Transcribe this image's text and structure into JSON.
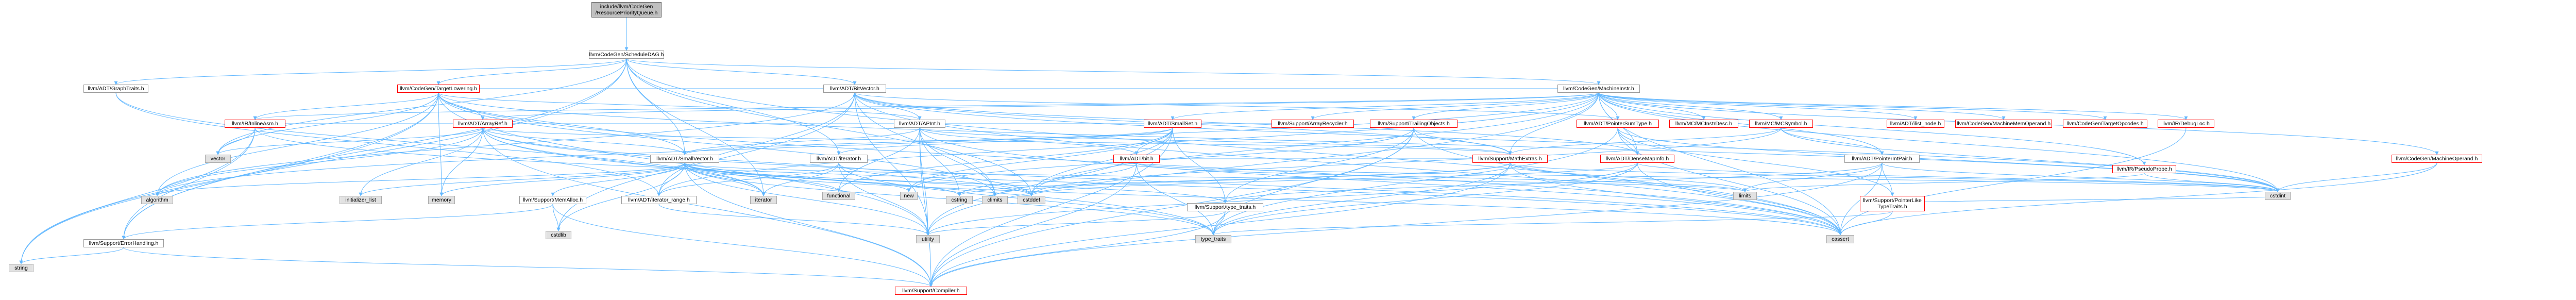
{
  "colors": {
    "edge": "#63b8ff",
    "red_border": "#ff0000",
    "grey_fill": "#e2e2e2",
    "root_fill": "#bfbfbf"
  },
  "nodes": {
    "root": {
      "label": "include/llvm/CodeGen\n/ResourcePriorityQueue.h",
      "style": "root"
    },
    "sched_dag": {
      "label": "llvm/CodeGen/ScheduleDAG.h",
      "style": "plain"
    },
    "graph_traits": {
      "label": "llvm/ADT/GraphTraits.h",
      "style": "plain"
    },
    "target_low": {
      "label": "llvm/CodeGen/TargetLowering.h",
      "style": "red"
    },
    "bitvector": {
      "label": "llvm/ADT/BitVector.h",
      "style": "plain"
    },
    "machine_inst": {
      "label": "llvm/CodeGen/MachineInstr.h",
      "style": "plain"
    },
    "inline_asm": {
      "label": "llvm/IR/InlineAsm.h",
      "style": "red"
    },
    "array_ref": {
      "label": "llvm/ADT/ArrayRef.h",
      "style": "red"
    },
    "ap_int": {
      "label": "llvm/ADT/APInt.h",
      "style": "plain"
    },
    "small_set": {
      "label": "llvm/ADT/SmallSet.h",
      "style": "red"
    },
    "array_recyc": {
      "label": "llvm/Support/ArrayRecycler.h",
      "style": "red"
    },
    "trailing": {
      "label": "llvm/Support/TrailingObjects.h",
      "style": "red"
    },
    "ptr_sum": {
      "label": "llvm/ADT/PointerSumType.h",
      "style": "red"
    },
    "mc_instdesc": {
      "label": "llvm/MC/MCInstrDesc.h",
      "style": "red"
    },
    "mc_symbol": {
      "label": "llvm/MC/MCSymbol.h",
      "style": "red"
    },
    "ilist_node": {
      "label": "llvm/ADT/ilist_node.h",
      "style": "red"
    },
    "mach_memop": {
      "label": "llvm/CodeGen/MachineMemOperand.h",
      "style": "red"
    },
    "target_opc": {
      "label": "llvm/CodeGen/TargetOpcodes.h",
      "style": "red"
    },
    "debug_loc": {
      "label": "llvm/IR/DebugLoc.h",
      "style": "red"
    },
    "mach_operand": {
      "label": "llvm/CodeGen/MachineOperand.h",
      "style": "red"
    },
    "vector": {
      "label": "vector",
      "style": "grey"
    },
    "small_vector": {
      "label": "llvm/ADT/SmallVector.h",
      "style": "plain"
    },
    "iterator": {
      "label": "llvm/ADT/iterator.h",
      "style": "plain"
    },
    "adt_bit": {
      "label": "llvm/ADT/bit.h",
      "style": "red"
    },
    "math_extras": {
      "label": "llvm/Support/MathExtras.h",
      "style": "red"
    },
    "dense_map": {
      "label": "llvm/ADT/DenseMapInfo.h",
      "style": "red"
    },
    "ptr_int_pair": {
      "label": "llvm/ADT/PointerIntPair.h",
      "style": "plain"
    },
    "pseudo_probe": {
      "label": "llvm/IR/PseudoProbe.h",
      "style": "red"
    },
    "algorithm": {
      "label": "algorithm",
      "style": "grey"
    },
    "init_list": {
      "label": "initializer_list",
      "style": "grey"
    },
    "memory": {
      "label": "memory",
      "style": "grey"
    },
    "mem_alloc": {
      "label": "llvm/Support/MemAlloc.h",
      "style": "plain"
    },
    "iter_range": {
      "label": "llvm/ADT/iterator_range.h",
      "style": "plain"
    },
    "iterator_std": {
      "label": "iterator",
      "style": "grey"
    },
    "functional": {
      "label": "functional",
      "style": "grey"
    },
    "new": {
      "label": "new",
      "style": "grey"
    },
    "cstring": {
      "label": "cstring",
      "style": "grey"
    },
    "climits": {
      "label": "climits",
      "style": "grey"
    },
    "cstddef": {
      "label": "cstddef",
      "style": "grey"
    },
    "type_traits_h": {
      "label": "llvm/Support/type_traits.h",
      "style": "plain"
    },
    "limits": {
      "label": "limits",
      "style": "grey"
    },
    "cstdint": {
      "label": "cstdint",
      "style": "grey"
    },
    "ptr_like": {
      "label": "llvm/Support/PointerLike\nTypeTraits.h",
      "style": "red"
    },
    "cstdlib": {
      "label": "cstdlib",
      "style": "grey"
    },
    "utility": {
      "label": "utility",
      "style": "grey"
    },
    "type_traits": {
      "label": "type_traits",
      "style": "grey"
    },
    "cassert": {
      "label": "cassert",
      "style": "grey"
    },
    "error_handling": {
      "label": "llvm/Support/ErrorHandling.h",
      "style": "plain"
    },
    "string": {
      "label": "string",
      "style": "grey"
    },
    "compiler": {
      "label": "llvm/Support/Compiler.h",
      "style": "red"
    }
  },
  "edges": [
    [
      "root",
      "sched_dag"
    ],
    [
      "sched_dag",
      "graph_traits"
    ],
    [
      "sched_dag",
      "target_low"
    ],
    [
      "sched_dag",
      "bitvector"
    ],
    [
      "sched_dag",
      "machine_inst"
    ],
    [
      "sched_dag",
      "small_vector"
    ],
    [
      "sched_dag",
      "iterator"
    ],
    [
      "sched_dag",
      "error_handling"
    ],
    [
      "sched_dag",
      "cassert"
    ],
    [
      "sched_dag",
      "cstddef"
    ],
    [
      "sched_dag",
      "string"
    ],
    [
      "sched_dag",
      "vector"
    ],
    [
      "sched_dag",
      "iterator_std"
    ],
    [
      "graph_traits",
      "iter_range"
    ],
    [
      "graph_traits",
      "iterator_std"
    ],
    [
      "target_low",
      "inline_asm"
    ],
    [
      "target_low",
      "array_ref"
    ],
    [
      "target_low",
      "small_vector"
    ],
    [
      "target_low",
      "vector"
    ],
    [
      "target_low",
      "algorithm"
    ],
    [
      "target_low",
      "cassert"
    ],
    [
      "target_low",
      "cstdint"
    ],
    [
      "target_low",
      "climits"
    ],
    [
      "target_low",
      "memory"
    ],
    [
      "target_low",
      "string"
    ],
    [
      "target_low",
      "utility"
    ],
    [
      "target_low",
      "ap_int"
    ],
    [
      "target_low",
      "bitvector"
    ],
    [
      "target_low",
      "machine_inst"
    ],
    [
      "target_low",
      "error_handling"
    ],
    [
      "bitvector",
      "ap_int"
    ],
    [
      "bitvector",
      "iter_range"
    ],
    [
      "bitvector",
      "math_extras"
    ],
    [
      "bitvector",
      "algorithm"
    ],
    [
      "bitvector",
      "cassert"
    ],
    [
      "bitvector",
      "climits"
    ],
    [
      "bitvector",
      "cstdint"
    ],
    [
      "bitvector",
      "cstdlib"
    ],
    [
      "bitvector",
      "utility"
    ],
    [
      "bitvector",
      "dense_map"
    ],
    [
      "machine_inst",
      "dense_map"
    ],
    [
      "machine_inst",
      "ptr_sum"
    ],
    [
      "machine_inst",
      "small_set"
    ],
    [
      "machine_inst",
      "ilist_node"
    ],
    [
      "machine_inst",
      "iter_range"
    ],
    [
      "machine_inst",
      "mach_memop"
    ],
    [
      "machine_inst",
      "mach_operand"
    ],
    [
      "machine_inst",
      "target_opc"
    ],
    [
      "machine_inst",
      "inline_asm"
    ],
    [
      "machine_inst",
      "debug_loc"
    ],
    [
      "machine_inst",
      "mc_instdesc"
    ],
    [
      "machine_inst",
      "mc_symbol"
    ],
    [
      "machine_inst",
      "array_recyc"
    ],
    [
      "machine_inst",
      "math_extras"
    ],
    [
      "machine_inst",
      "trailing"
    ],
    [
      "machine_inst",
      "algorithm"
    ],
    [
      "machine_inst",
      "cassert"
    ],
    [
      "machine_inst",
      "cstddef"
    ],
    [
      "machine_inst",
      "cstdint"
    ],
    [
      "machine_inst",
      "utility"
    ],
    [
      "machine_inst",
      "array_ref"
    ],
    [
      "machine_inst",
      "pseudo_probe"
    ],
    [
      "machine_inst",
      "ptr_int_pair"
    ],
    [
      "inline_asm",
      "array_ref"
    ],
    [
      "inline_asm",
      "error_handling"
    ],
    [
      "inline_asm",
      "cassert"
    ],
    [
      "inline_asm",
      "string"
    ],
    [
      "inline_asm",
      "vector"
    ],
    [
      "array_ref",
      "small_vector"
    ],
    [
      "array_ref",
      "compiler"
    ],
    [
      "array_ref",
      "algorithm"
    ],
    [
      "array_ref",
      "array_recyc"
    ],
    [
      "array_ref",
      "cassert"
    ],
    [
      "array_ref",
      "cstddef"
    ],
    [
      "array_ref",
      "init_list"
    ],
    [
      "array_ref",
      "iterator_std"
    ],
    [
      "array_ref",
      "memory"
    ],
    [
      "array_ref",
      "type_traits"
    ],
    [
      "array_ref",
      "vector"
    ],
    [
      "array_ref",
      "math_extras"
    ],
    [
      "ap_int",
      "adt_bit"
    ],
    [
      "ap_int",
      "compiler"
    ],
    [
      "ap_int",
      "math_extras"
    ],
    [
      "ap_int",
      "cassert"
    ],
    [
      "ap_int",
      "climits"
    ],
    [
      "ap_int",
      "cstring"
    ],
    [
      "ap_int",
      "utility"
    ],
    [
      "ap_int",
      "functional"
    ],
    [
      "ap_int",
      "small_vector"
    ],
    [
      "small_set",
      "small_vector"
    ],
    [
      "small_set",
      "iterator"
    ],
    [
      "small_set",
      "type_traits_h"
    ],
    [
      "small_set",
      "compiler"
    ],
    [
      "small_set",
      "cstddef"
    ],
    [
      "small_set",
      "functional"
    ],
    [
      "small_set",
      "utility"
    ],
    [
      "small_set",
      "adt_bit"
    ],
    [
      "small_set",
      "new"
    ],
    [
      "trailing",
      "compiler"
    ],
    [
      "trailing",
      "math_extras"
    ],
    [
      "trailing",
      "type_traits_h"
    ],
    [
      "trailing",
      "new"
    ],
    [
      "trailing",
      "type_traits"
    ],
    [
      "trailing",
      "cassert"
    ],
    [
      "ptr_sum",
      "dense_map"
    ],
    [
      "ptr_sum",
      "ptr_like"
    ],
    [
      "ptr_sum",
      "bitvector"
    ],
    [
      "ptr_sum",
      "cassert"
    ],
    [
      "ptr_sum",
      "cstdint"
    ],
    [
      "ptr_sum",
      "type_traits"
    ],
    [
      "mc_symbol",
      "ptr_int_pair"
    ],
    [
      "mc_symbol",
      "math_extras"
    ],
    [
      "mc_symbol",
      "cstddef"
    ],
    [
      "mc_symbol",
      "cstdint"
    ],
    [
      "mach_operand",
      "cassert"
    ],
    [
      "mach_operand",
      "cstdint"
    ],
    [
      "debug_loc",
      "cassert"
    ],
    [
      "pseudo_probe",
      "cstdint"
    ],
    [
      "pseudo_probe",
      "limits"
    ],
    [
      "small_vector",
      "mem_alloc"
    ],
    [
      "small_vector",
      "type_traits_h"
    ],
    [
      "small_vector",
      "compiler"
    ],
    [
      "small_vector",
      "algorithm"
    ],
    [
      "small_vector",
      "cassert"
    ],
    [
      "small_vector",
      "cstddef"
    ],
    [
      "small_vector",
      "cstdlib"
    ],
    [
      "small_vector",
      "cstring"
    ],
    [
      "small_vector",
      "functional"
    ],
    [
      "small_vector",
      "init_list"
    ],
    [
      "small_vector",
      "iterator_std"
    ],
    [
      "small_vector",
      "limits"
    ],
    [
      "small_vector",
      "memory"
    ],
    [
      "small_vector",
      "new"
    ],
    [
      "small_vector",
      "type_traits"
    ],
    [
      "small_vector",
      "utility"
    ],
    [
      "small_vector",
      "iter_range"
    ],
    [
      "iterator",
      "iter_range"
    ],
    [
      "iterator",
      "cstddef"
    ],
    [
      "iterator",
      "iterator_std"
    ],
    [
      "iterator",
      "type_traits"
    ],
    [
      "iterator",
      "utility"
    ],
    [
      "adt_bit",
      "compiler"
    ],
    [
      "adt_bit",
      "cstdint"
    ],
    [
      "adt_bit",
      "limits"
    ],
    [
      "adt_bit",
      "type_traits"
    ],
    [
      "adt_bit",
      "cstring"
    ],
    [
      "math_extras",
      "adt_bit"
    ],
    [
      "math_extras",
      "compiler"
    ],
    [
      "math_extras",
      "cassert"
    ],
    [
      "math_extras",
      "climits"
    ],
    [
      "math_extras",
      "cstdint"
    ],
    [
      "math_extras",
      "cstring"
    ],
    [
      "math_extras",
      "limits"
    ],
    [
      "math_extras",
      "type_traits"
    ],
    [
      "dense_map",
      "cassert"
    ],
    [
      "dense_map",
      "cstddef"
    ],
    [
      "dense_map",
      "cstdint"
    ],
    [
      "dense_map",
      "tuple_unused"
    ],
    [
      "dense_map",
      "type_traits"
    ],
    [
      "dense_map",
      "utility"
    ],
    [
      "ptr_int_pair",
      "compiler"
    ],
    [
      "ptr_int_pair",
      "ptr_like"
    ],
    [
      "ptr_int_pair",
      "type_traits_h"
    ],
    [
      "ptr_int_pair",
      "cassert"
    ],
    [
      "ptr_int_pair",
      "cstdint"
    ],
    [
      "ptr_int_pair",
      "limits"
    ],
    [
      "ptr_like",
      "cassert"
    ],
    [
      "ptr_like",
      "cstdint"
    ],
    [
      "ptr_like",
      "type_traits"
    ],
    [
      "mem_alloc",
      "compiler"
    ],
    [
      "mem_alloc",
      "error_handling"
    ],
    [
      "mem_alloc",
      "cstdlib"
    ],
    [
      "iter_range",
      "utility"
    ],
    [
      "type_traits_h",
      "compiler"
    ],
    [
      "type_traits_h",
      "type_traits"
    ],
    [
      "type_traits_h",
      "utility"
    ],
    [
      "error_handling",
      "compiler"
    ],
    [
      "error_handling",
      "string"
    ]
  ]
}
